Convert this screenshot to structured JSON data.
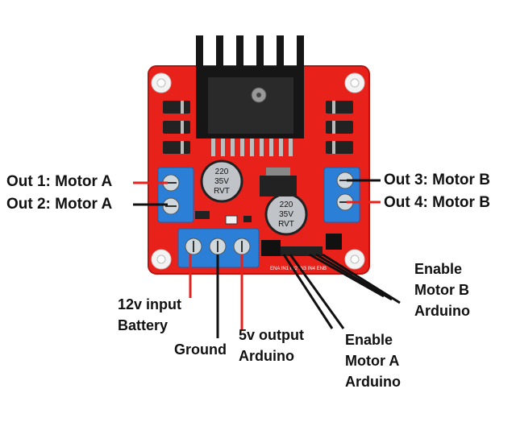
{
  "labels": {
    "out1": "Out 1: Motor A",
    "out2": "Out 2: Motor A",
    "out3": "Out 3: Motor B",
    "out4": "Out 4: Motor B",
    "battery_line1": "12v input",
    "battery_line2": "Battery",
    "ground": "Ground",
    "fivev_line1": "5v output",
    "fivev_line2": "Arduino",
    "ena_line1": "Enable",
    "ena_line2": "Motor A",
    "ena_line3": "Arduino",
    "enb_line1": "Enable",
    "enb_line2": "Motor B",
    "enb_line3": "Arduino"
  },
  "board": {
    "capacitor_text_line1": "220",
    "capacitor_text_line2": "35V",
    "capacitor_text_line3": "RVT",
    "pin_header_text": "ENA IN1 IN2 IN3 IN4 ENB"
  },
  "colors": {
    "board": "#e8211b",
    "terminal": "#2b7fd6",
    "heatsink": "#161616",
    "wire_red": "#e8211b",
    "wire_black": "#111111"
  }
}
